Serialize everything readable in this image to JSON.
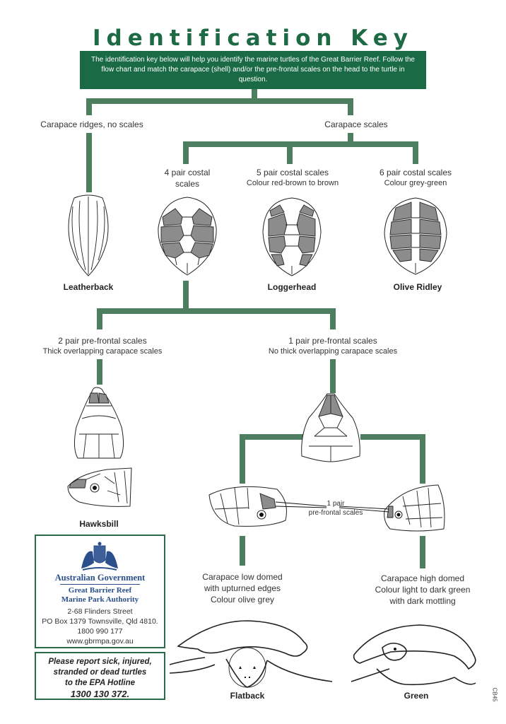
{
  "title": "Identification Key",
  "intro": "The identification key below will help you identify the marine turtles of the Great Barrier Reef. Follow the flow chart and match the carapace (shell) and/or the pre-frontal scales on the head to the turtle in question.",
  "branches": {
    "ridges": "Carapace ridges, no scales",
    "scales": "Carapace scales",
    "four_pair_l1": "4 pair costal",
    "four_pair_l2": "scales",
    "five_pair_l1": "5 pair costal scales",
    "five_pair_l2": "Colour red-brown to brown",
    "six_pair_l1": "6 pair costal scales",
    "six_pair_l2": "Colour grey-green",
    "two_prefrontal_l1": "2 pair pre-frontal scales",
    "two_prefrontal_l2": "Thick overlapping carapace scales",
    "one_prefrontal_l1": "1 pair pre-frontal scales",
    "one_prefrontal_l2": "No thick overlapping carapace scales",
    "callout_l1": "1 pair",
    "callout_l2": "pre-frontal scales",
    "low_domed_l1": "Carapace low domed",
    "low_domed_l2": "with upturned edges",
    "low_domed_l3": "Colour olive grey",
    "high_domed_l1": "Carapace high domed",
    "high_domed_l2": "Colour light to dark green",
    "high_domed_l3": "with dark mottling"
  },
  "species": {
    "leatherback": "Leatherback",
    "loggerhead": "Loggerhead",
    "olive_ridley": "Olive Ridley",
    "hawksbill": "Hawksbill",
    "flatback": "Flatback",
    "green": "Green"
  },
  "contact": {
    "gov": "Australian Government",
    "agency_l1": "Great Barrier Reef",
    "agency_l2": "Marine Park Authority",
    "address_l1": "2-68 Flinders Street",
    "address_l2": "PO Box 1379  Townsville, Qld  4810.",
    "phone": "1800 990 177",
    "website": "www.gbrmpa.gov.au"
  },
  "report": {
    "l1": "Please report sick, injured,",
    "l2": "stranded or dead turtles",
    "l3": "to the EPA Hotline",
    "hotline": "1300 130 372."
  },
  "doc_code": "CB45",
  "colors": {
    "brand_green": "#1a6a45",
    "line_green": "#4c7e5f",
    "scale_grey": "#8c8c8c"
  }
}
